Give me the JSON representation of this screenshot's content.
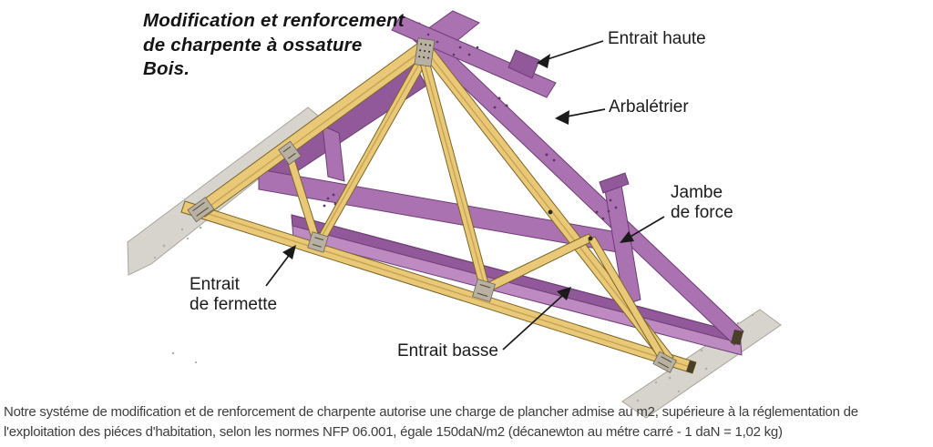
{
  "title": {
    "line1": "Modification et renforcement",
    "line2": "de charpente à ossature",
    "line3": "Bois."
  },
  "diagram": {
    "description": "Perspective drawing of a wooden fermette truss (yellow) reinforced with purple structural beams resting on grey wall plates",
    "labels": {
      "entrait_haute": "Entrait haute",
      "arbaletrier": "Arbalétrier",
      "jambe_line1": "Jambe",
      "jambe_line2": "de force",
      "fermette_line1": "Entrait",
      "fermette_line2": "de fermette",
      "entrait_basse": "Entrait basse"
    },
    "colors": {
      "wall": "#d7d4cd",
      "wall_edge": "#a9a59b",
      "wall_speck": "#b3afa4",
      "purple": "#aa72b0",
      "purple_deep": "#91589a",
      "purple_lite": "#bd8ac2",
      "purple_dark": "#6d3d74",
      "purple_spot": "#5f3566",
      "wood": "#e9c877",
      "wood_edge": "#7a6527",
      "wood_grain": "#c6a352",
      "plate": "#b8b0a0"
    }
  },
  "footer": {
    "line1": "Notre systéme de modification et de renforcement de charpente autorise une charge de plancher admise au m2, supérieure à la réglementation de",
    "line2": "l'exploitation des piéces d'habitation, selon les normes NFP 06.001, égale 150daN/m2 (décanewton au métre carré - 1 daN = 1,02 kg)"
  }
}
